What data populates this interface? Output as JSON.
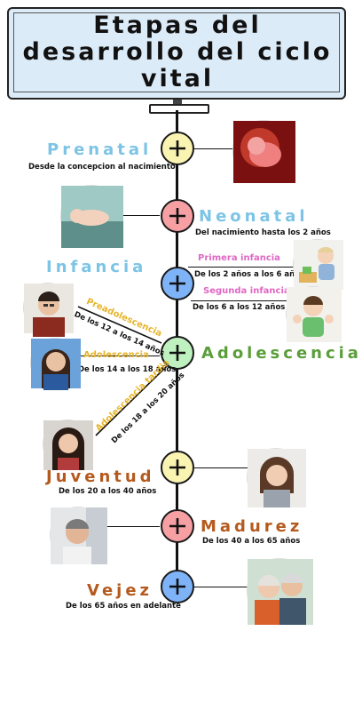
{
  "title": {
    "line1": "Etapas del",
    "line2": "desarrollo del ciclo",
    "line3": "vital"
  },
  "colors": {
    "yellow": "#f9f4b2",
    "red": "#f6a0a4",
    "blue": "#7fb3f7",
    "green": "#bff0bf",
    "stage_blue": "#7cc4e6",
    "stage_green": "#5a9e3a",
    "stage_brown": "#b55a1e",
    "pink": "#e067c4",
    "gold": "#e6b42a"
  },
  "stages": {
    "prenatal": {
      "name": "Prenatal",
      "range": "Desde la concepcion  al nacimiento"
    },
    "neonatal": {
      "name": "Neonatal",
      "range": "Del nacimiento hasta los 2 años"
    },
    "infancia": {
      "name": "Infancia",
      "primera": {
        "label": "Primera infancia",
        "range": "De los 2 años a los 6 años"
      },
      "segunda": {
        "label": "Segunda infancia",
        "range": "De los 6 a los 12 años"
      }
    },
    "adolescencia": {
      "name": "Adolescencia",
      "pre": {
        "label": "Preadolescencia",
        "range": "De los 12 a los 14 años"
      },
      "mid": {
        "label": "Adolescencia",
        "range": "De los 14 a los 18 años"
      },
      "tardia": {
        "label": "Adolescencia tardia",
        "range": "De los 18 a los 20 años"
      }
    },
    "juventud": {
      "name": "Juventud",
      "range": "De los 20 a los 40 años"
    },
    "madurez": {
      "name": "Madurez",
      "range": "De los 40 a los 65 años"
    },
    "vejez": {
      "name": "Vejez",
      "range": "De los 65 años en adelante"
    }
  },
  "icons": {
    "node": "plus-icon",
    "photos": [
      "fetus-photo",
      "newborn-photo",
      "toddler-photo",
      "child-photo",
      "boy-teen-photo",
      "girl-teen-photo",
      "young-woman-photo",
      "woman-photo",
      "man-photo",
      "elderly-couple-photo"
    ]
  }
}
